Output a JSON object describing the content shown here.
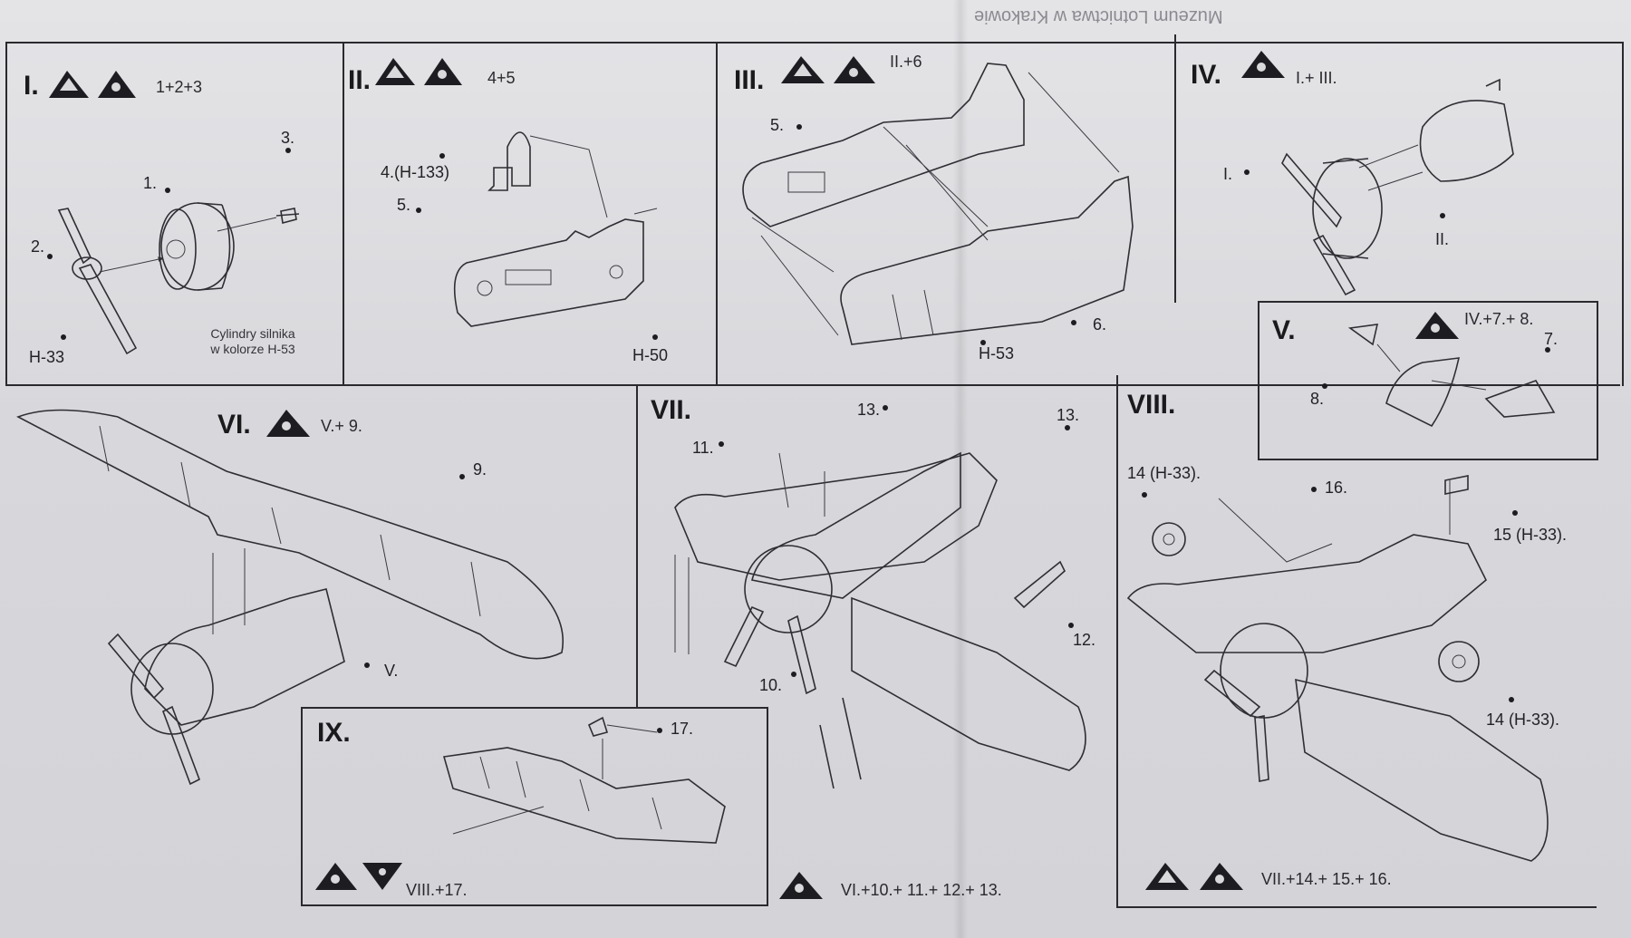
{
  "header_text": "Muzeum Lotnictwa w Krakowie",
  "steps": {
    "s1": {
      "title": "I.",
      "formula": "1+2+3",
      "labels": [
        "1.",
        "2.",
        "3.",
        "H-33"
      ],
      "note_line1": "Cylindry silnika",
      "note_line2": "w kolorze H-53"
    },
    "s2": {
      "title": "II.",
      "formula": "4+5",
      "labels": [
        "4.(H-133)",
        "5.",
        "H-50"
      ]
    },
    "s3": {
      "title": "III.",
      "formula": "II.+6",
      "labels": [
        "5.",
        "6.",
        "H-53"
      ]
    },
    "s4": {
      "title": "IV.",
      "formula": "I.+ III.",
      "labels": [
        "I.",
        "II."
      ]
    },
    "s5": {
      "title": "V.",
      "formula": "IV.+7.+ 8.",
      "labels": [
        "7.",
        "8."
      ]
    },
    "s6": {
      "title": "VI.",
      "formula": "V.+ 9.",
      "labels": [
        "9.",
        "V."
      ]
    },
    "s7": {
      "title": "VII.",
      "formula": "VI.+10.+ 11.+ 12.+ 13.",
      "labels": [
        "13.",
        "13.",
        "11.",
        "12.",
        "10."
      ]
    },
    "s8": {
      "title": "VIII.",
      "formula": "VII.+14.+ 15.+ 16.",
      "labels": [
        "14 (H-33).",
        "16.",
        "15 (H-33).",
        "14 (H-33)."
      ]
    },
    "s9": {
      "title": "IX.",
      "formula": "VIII.+17.",
      "labels": [
        "17."
      ]
    }
  },
  "icons": {
    "cut_model": "cut-icon",
    "glue": "glue-icon",
    "paint": "paint-icon",
    "warning": "flip-icon"
  }
}
